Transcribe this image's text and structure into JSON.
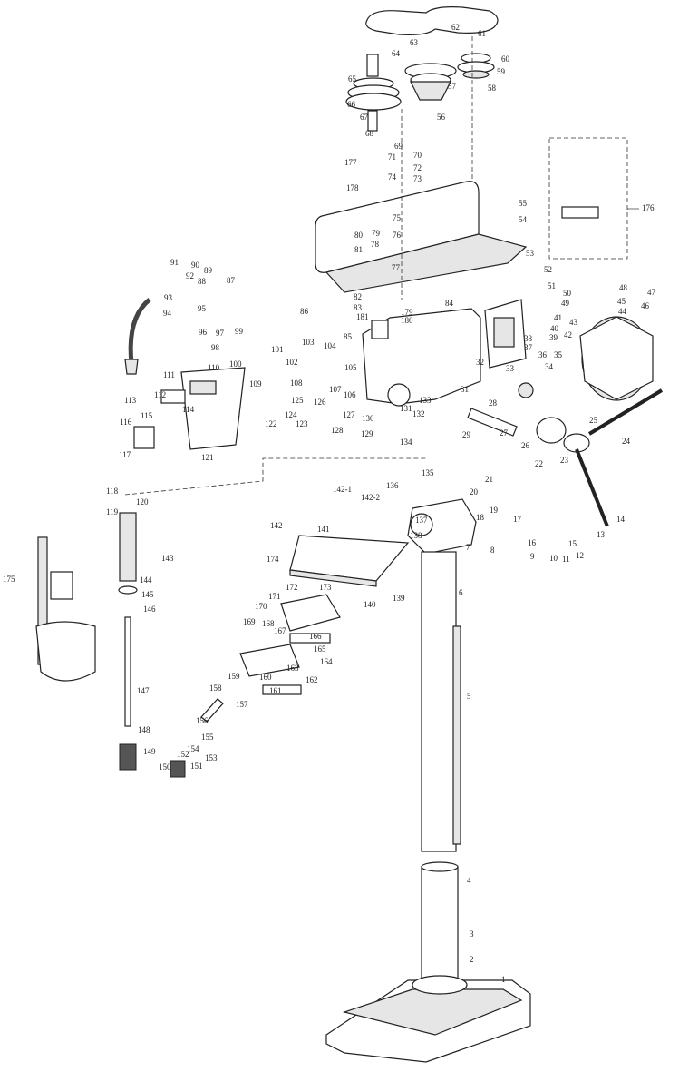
{
  "diagram": {
    "part_labels": [
      "62",
      "61",
      "63",
      "64",
      "60",
      "65",
      "57",
      "59",
      "58",
      "66",
      "56",
      "67",
      "68",
      "69",
      "70",
      "177",
      "71",
      "72",
      "73",
      "74",
      "178",
      "176",
      "55",
      "54",
      "75",
      "76",
      "79",
      "80",
      "78",
      "81",
      "77",
      "53",
      "52",
      "91",
      "90",
      "89",
      "92",
      "88",
      "87",
      "51",
      "50",
      "49",
      "48",
      "47",
      "45",
      "46",
      "44",
      "43",
      "93",
      "94",
      "95",
      "83",
      "82",
      "86",
      "84",
      "179",
      "180",
      "181",
      "85",
      "41",
      "40",
      "39",
      "38",
      "42",
      "37",
      "36",
      "35",
      "34",
      "33",
      "32",
      "96",
      "97",
      "99",
      "98",
      "101",
      "100",
      "103",
      "104",
      "102",
      "105",
      "110",
      "111",
      "109",
      "108",
      "107",
      "106",
      "31",
      "133",
      "131",
      "132",
      "125",
      "124",
      "126",
      "123",
      "122",
      "127",
      "128",
      "130",
      "129",
      "134",
      "28",
      "25",
      "27",
      "29",
      "26",
      "24",
      "22",
      "23",
      "112",
      "113",
      "114",
      "115",
      "116",
      "117",
      "121",
      "118",
      "120",
      "119",
      "135",
      "136",
      "21",
      "20",
      "142-1",
      "142-2",
      "19",
      "18",
      "17",
      "142",
      "137",
      "138",
      "141",
      "143",
      "16",
      "15",
      "9",
      "10",
      "11",
      "12",
      "13",
      "14",
      "8",
      "7",
      "174",
      "6",
      "175",
      "144",
      "145",
      "146",
      "172",
      "173",
      "171",
      "140",
      "139",
      "170",
      "168",
      "169",
      "167",
      "166",
      "165",
      "164",
      "163",
      "160",
      "162",
      "159",
      "161",
      "158",
      "157",
      "147",
      "5",
      "156",
      "155",
      "148",
      "154",
      "153",
      "152",
      "151",
      "149",
      "150",
      "4",
      "3",
      "2",
      "1"
    ]
  }
}
